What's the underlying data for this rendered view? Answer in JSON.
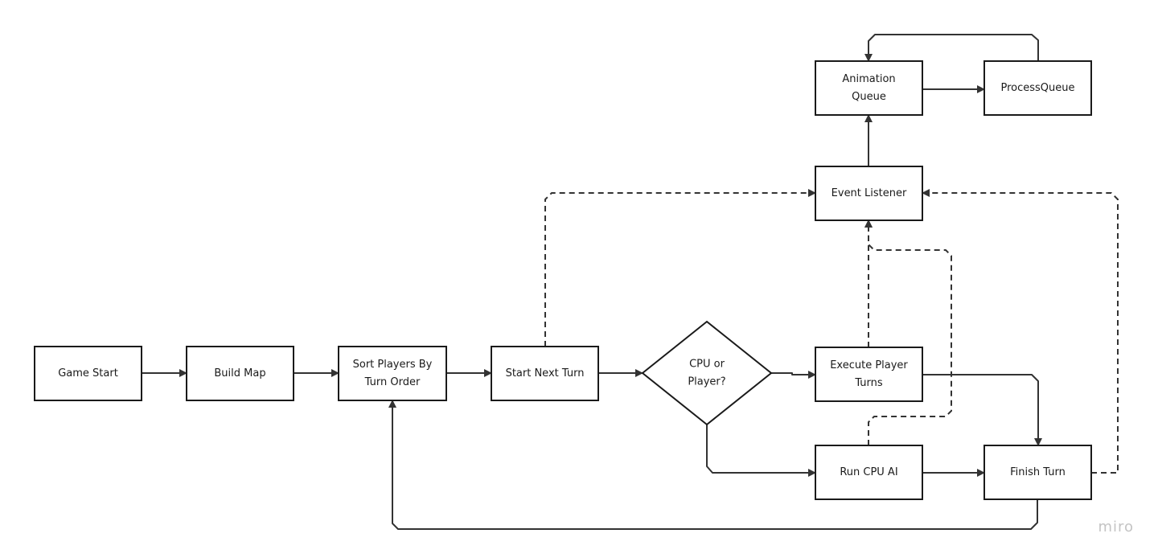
{
  "diagram": {
    "nodes": {
      "game_start": {
        "label": [
          "Game Start"
        ]
      },
      "build_map": {
        "label": [
          "Build Map"
        ]
      },
      "sort_players": {
        "label": [
          "Sort Players By",
          "Turn Order"
        ]
      },
      "start_next_turn": {
        "label": [
          "Start Next Turn"
        ]
      },
      "cpu_or_player": {
        "label": [
          "CPU or",
          "Player?"
        ]
      },
      "execute_player_turns": {
        "label": [
          "Execute Player",
          "Turns"
        ]
      },
      "run_cpu_ai": {
        "label": [
          "Run CPU AI"
        ]
      },
      "finish_turn": {
        "label": [
          "Finish Turn"
        ]
      },
      "event_listener": {
        "label": [
          "Event Listener"
        ]
      },
      "animation_queue": {
        "label": [
          "Animation",
          "Queue"
        ]
      },
      "process_queue": {
        "label": [
          "ProcessQueue"
        ]
      }
    },
    "edges": [
      {
        "from": "game_start",
        "to": "build_map",
        "style": "solid"
      },
      {
        "from": "build_map",
        "to": "sort_players",
        "style": "solid"
      },
      {
        "from": "sort_players",
        "to": "start_next_turn",
        "style": "solid"
      },
      {
        "from": "start_next_turn",
        "to": "cpu_or_player",
        "style": "solid"
      },
      {
        "from": "cpu_or_player",
        "to": "execute_player_turns",
        "style": "solid"
      },
      {
        "from": "cpu_or_player",
        "to": "run_cpu_ai",
        "style": "solid"
      },
      {
        "from": "execute_player_turns",
        "to": "finish_turn",
        "style": "solid"
      },
      {
        "from": "run_cpu_ai",
        "to": "finish_turn",
        "style": "solid"
      },
      {
        "from": "finish_turn",
        "to": "sort_players",
        "style": "solid"
      },
      {
        "from": "start_next_turn",
        "to": "event_listener",
        "style": "dashed"
      },
      {
        "from": "execute_player_turns",
        "to": "event_listener",
        "style": "dashed"
      },
      {
        "from": "run_cpu_ai",
        "to": "event_listener",
        "style": "dashed"
      },
      {
        "from": "finish_turn",
        "to": "event_listener",
        "style": "dashed"
      },
      {
        "from": "event_listener",
        "to": "animation_queue",
        "style": "solid"
      },
      {
        "from": "animation_queue",
        "to": "process_queue",
        "style": "solid"
      },
      {
        "from": "process_queue",
        "to": "animation_queue",
        "style": "solid"
      }
    ]
  },
  "colors": {
    "stroke": "#1a1a1a",
    "connector": "#333333",
    "background": "#ffffff",
    "watermark": "#c4c4c4"
  },
  "watermark": "miro"
}
